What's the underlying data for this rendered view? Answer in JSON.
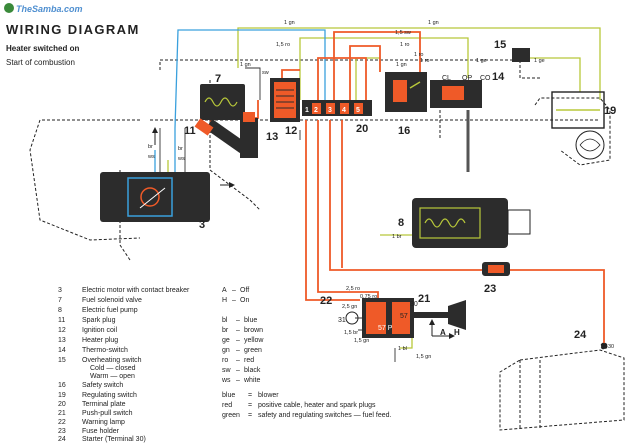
{
  "watermark": "TheSamba.com",
  "title": "WIRING DIAGRAM",
  "subtitle": "Heater switched on",
  "subtitle2": "Start of combustion",
  "colors": {
    "blower": "#3aa0dd",
    "positive": "#ef5a28",
    "safety": "#b8c83a",
    "outline": "#222222",
    "part_fill": "#2c2c2c"
  },
  "component_numbers": [
    "3",
    "7",
    "8",
    "11",
    "12",
    "13",
    "14",
    "15",
    "16",
    "19",
    "20",
    "21",
    "22",
    "23",
    "24"
  ],
  "terminal_labels": [
    "1",
    "2",
    "3",
    "4",
    "5",
    "CL",
    "OP",
    "CO",
    "30",
    "31",
    "57",
    "57 P"
  ],
  "switch_labels": [
    "A",
    "H"
  ],
  "wire_labels": [
    "1 gn",
    "1,5 sw",
    "1 gn",
    "1 gn",
    "1,5 ro",
    "1 ro",
    "1 ro",
    "1 gn",
    "1 ro",
    "1 ge",
    "1 ge",
    "sw",
    "br",
    "ws",
    "br",
    "ws",
    "1 br",
    "2,5 ro",
    "0,75 ro",
    "1,5 br",
    "1,5 gn",
    "1 bl",
    "1,5 gn",
    "2,5 gn",
    "30"
  ],
  "components": [
    {
      "num": "3",
      "name": "Electric motor with contact breaker"
    },
    {
      "num": "7",
      "name": "Fuel solenoid valve"
    },
    {
      "num": "8",
      "name": "Electric fuel pump"
    },
    {
      "num": "11",
      "name": "Spark plug"
    },
    {
      "num": "12",
      "name": "Ignition coil"
    },
    {
      "num": "13",
      "name": "Heater plug"
    },
    {
      "num": "14",
      "name": "Thermo-switch"
    },
    {
      "num": "15",
      "name": "Overheating switch"
    },
    {
      "num": "",
      "name": "Cold — closed"
    },
    {
      "num": "",
      "name": "Warm — open"
    },
    {
      "num": "16",
      "name": "Safety switch"
    },
    {
      "num": "19",
      "name": "Regulating switch"
    },
    {
      "num": "20",
      "name": "Terminal plate"
    },
    {
      "num": "21",
      "name": "Push-pull switch"
    },
    {
      "num": "22",
      "name": "Warning lamp"
    },
    {
      "num": "23",
      "name": "Fuse holder"
    },
    {
      "num": "24",
      "name": "Starter (Terminal 30)"
    }
  ],
  "switch_positions": [
    {
      "code": "A",
      "meaning": "Off"
    },
    {
      "code": "H",
      "meaning": "On"
    }
  ],
  "wire_colors": [
    {
      "code": "bl",
      "name": "blue"
    },
    {
      "code": "br",
      "name": "brown"
    },
    {
      "code": "ge",
      "name": "yellow"
    },
    {
      "code": "gn",
      "name": "green"
    },
    {
      "code": "ro",
      "name": "red"
    },
    {
      "code": "sw",
      "name": "black"
    },
    {
      "code": "ws",
      "name": "white"
    }
  ],
  "circuits": [
    {
      "key": "blue",
      "description": "blower"
    },
    {
      "key": "red",
      "description": "positive cable, heater and spark plugs"
    },
    {
      "key": "green",
      "description": "safety and regulating switches — fuel feed."
    }
  ]
}
